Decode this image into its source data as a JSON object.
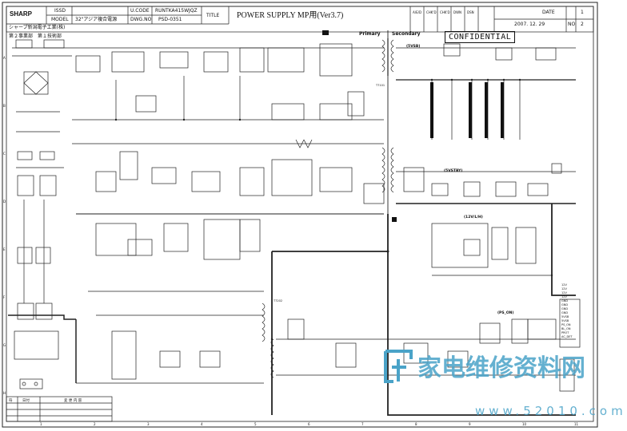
{
  "title_block": {
    "brand": "SHARP",
    "issd_label": "ISSD",
    "model_label": "MODEL",
    "model_value": "32\"アジア複合電源",
    "ucode_label": "U.CODE",
    "ucode_value": "RUNTKA415WJQZ",
    "dwgno_label": "DWG.NO",
    "dwgno_value": "PSD-0351",
    "title_label": "TITLE",
    "title_value": "POWER SUPPLY MP用(Ver3.7)",
    "company": "シャープ新潟電子工業(株)",
    "department": "第２事業部　第１技術部",
    "date_label": "DATE",
    "date_value": "2007. 12. 29",
    "no_label": "NO",
    "page_num": "1",
    "page_total": "2",
    "approval_boxes": [
      "A/E/D",
      "CHK'D",
      "CHK'D",
      "DWN",
      "DSN"
    ],
    "confidential": "CONFIDENTIAL"
  },
  "schematic": {
    "primary_label": "Primary",
    "secondary_label": "Secondary",
    "block_labels": [
      "(5VSB)",
      "(12V/L/H)",
      "(5VSTBY)",
      "(PS_ON)"
    ],
    "transformers": [
      "T7101",
      "T7202"
    ],
    "connector_pins": [
      "12V",
      "12V",
      "12V",
      "12V",
      "GND",
      "GND",
      "GND",
      "GND",
      "5VSB",
      "5VSB",
      "PS_ON",
      "BL_ON",
      "PROT",
      "AC_DET"
    ]
  },
  "revision_table": {
    "col_sym": "符",
    "col_date": "日付",
    "col_content": "変 更 内 容"
  },
  "border": {
    "columns": [
      "1",
      "2",
      "3",
      "4",
      "5",
      "6",
      "7",
      "8",
      "9",
      "10",
      "11"
    ],
    "rows": [
      "A",
      "B",
      "C",
      "D",
      "E",
      "F",
      "G",
      "H"
    ]
  },
  "watermark": {
    "text": "家电维修资料网",
    "url": "www.52010.com",
    "color": "#4aa3c8"
  }
}
